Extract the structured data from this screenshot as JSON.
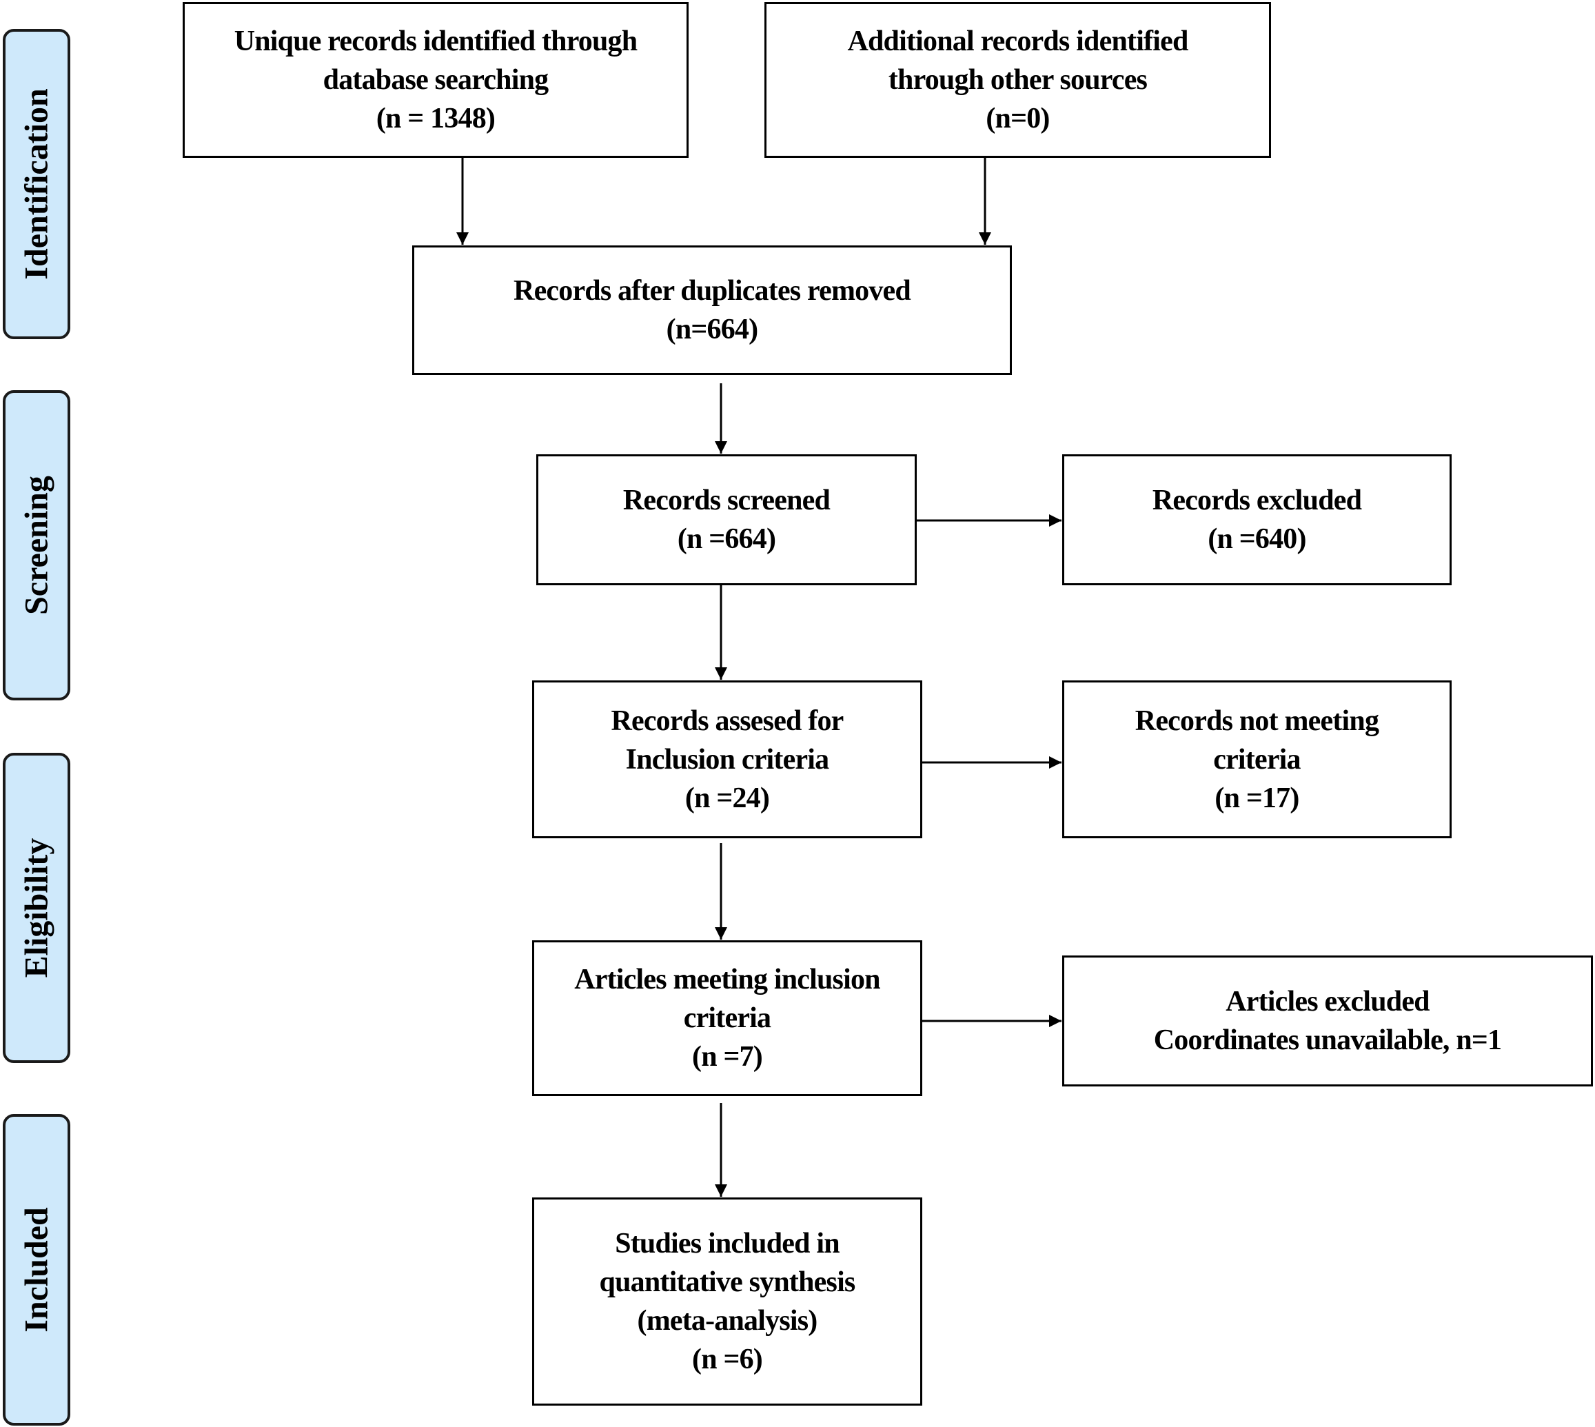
{
  "phases": {
    "identification": "Identification",
    "screening": "Screening",
    "eligibility": "Eligibility",
    "included": "Included"
  },
  "boxes": {
    "database": [
      "Unique records identified through",
      "database searching",
      "(n = 1348)"
    ],
    "other_sources": [
      "Additional records identified",
      "through other sources",
      "(n=0)"
    ],
    "after_duplicates": [
      "Records after duplicates removed",
      "(n=664)"
    ],
    "screened": [
      "Records screened",
      "(n =664)"
    ],
    "excluded": [
      "Records excluded",
      "(n =640)"
    ],
    "assessed": [
      "Records assesed for",
      "Inclusion criteria",
      "(n =24)"
    ],
    "not_meeting": [
      "Records not meeting",
      "criteria",
      "(n =17)"
    ],
    "meeting": [
      "Articles meeting inclusion",
      "criteria",
      "(n =7)"
    ],
    "articles_excluded": [
      "Articles excluded",
      "Coordinates unavailable, n=1"
    ],
    "included_studies": [
      "Studies included in",
      "quantitative synthesis",
      "(meta-analysis)",
      "(n =6)"
    ]
  }
}
